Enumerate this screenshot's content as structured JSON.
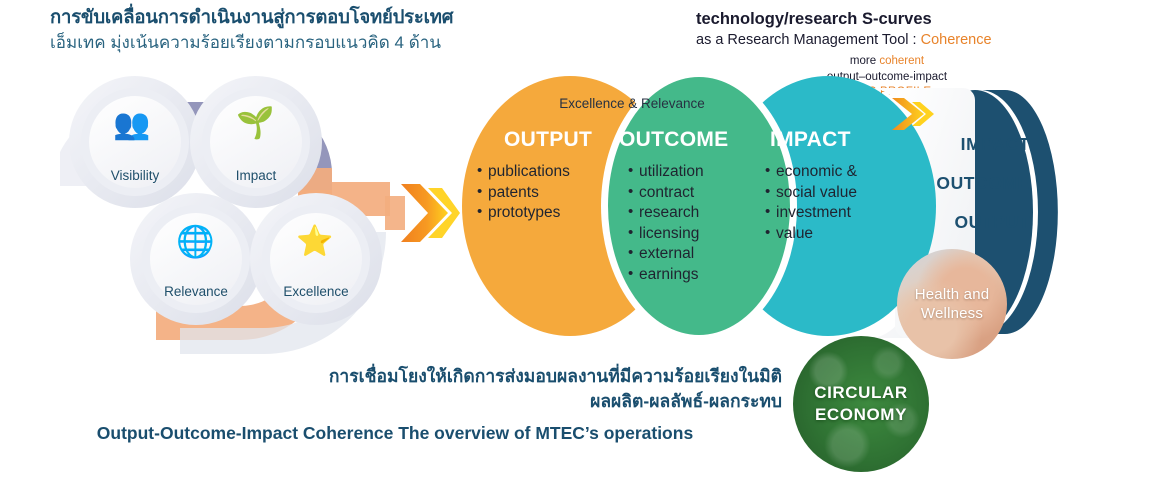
{
  "header": {
    "title_th": "การขับเคลื่อนการดำเนินงานสู่การตอบโจทย์ประเทศ",
    "subtitle_th": "เอ็มเทค มุ่งเน้นความร้อยเรียงตามกรอบแนวคิด 4 ด้าน"
  },
  "scurve": {
    "line1": "technology/research S-curves",
    "line2_plain": "as a Research Management Tool : ",
    "line2_accent": "Coherence",
    "sub1_plain": "more ",
    "sub1_accent": "coherent",
    "sub2": "output–outcome-impact",
    "sub3": "MTEC PROFILE"
  },
  "cluster": {
    "nodes": [
      {
        "label": "Visibility",
        "icon": "network-person-icon",
        "glyph": "👥"
      },
      {
        "label": "Impact",
        "icon": "hand-plant-money-icon",
        "glyph": "🌱"
      },
      {
        "label": "Relevance",
        "icon": "globe-network-icon",
        "glyph": "🌐"
      },
      {
        "label": "Excellence",
        "icon": "hand-star-icon",
        "glyph": "⭐"
      }
    ]
  },
  "venn": {
    "overlap_label": "Excellence & Relevance",
    "circles": [
      {
        "heading": "OUTPUT",
        "color": "#f5a93c",
        "items": [
          "publications",
          "patents",
          "prototypes"
        ]
      },
      {
        "heading": "OUTCOME",
        "color": "#44b98a",
        "items": [
          "utilization",
          "contract",
          "research",
          "licensing",
          "external",
          "earnings"
        ]
      },
      {
        "heading": "IMPACT",
        "color": "#2bbac8",
        "items": [
          "economic &",
          "social value",
          "investment",
          "value"
        ]
      }
    ]
  },
  "right_panel": {
    "stack": [
      "IMPACT",
      "OUTCOME",
      "OUTPUT"
    ],
    "navy_color": "#1d5070",
    "health_caption_l1": "Health and",
    "health_caption_l2": "Wellness",
    "circular_caption_l1": "CIRCULAR",
    "circular_caption_l2": "ECONOMY"
  },
  "caption": {
    "line1_th": "การเชื่อมโยงให้เกิดการส่งมอบผลงานที่มีความร้อยเรียงในมิติ",
    "line2_th": "ผลผลิต-ผลลัพธ์-ผลกระทบ",
    "line3_en": "Output-Outcome-Impact Coherence The overview of MTEC’s operations"
  },
  "palette": {
    "title_blue": "#1a4e6e",
    "orange": "#f5a93c",
    "green": "#44b98a",
    "cyan": "#2bbac8",
    "navy": "#1d5070",
    "lavender": "#8b8db5",
    "peach": "#f3ad7e",
    "accent_orange": "#e8832a"
  }
}
